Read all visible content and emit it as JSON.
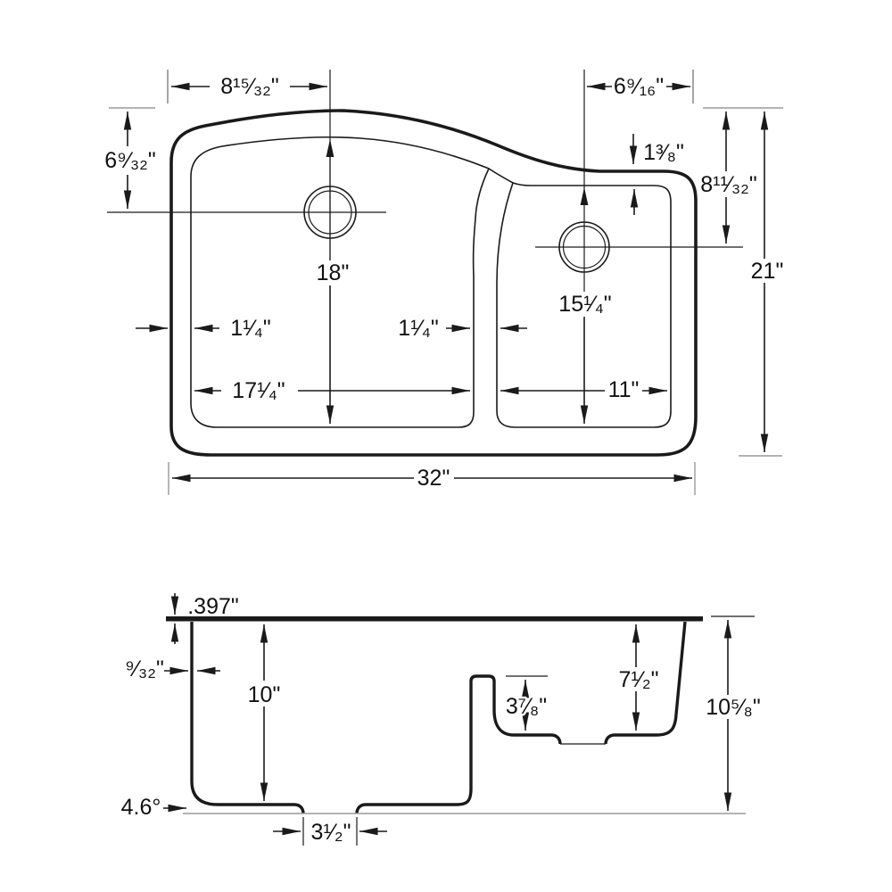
{
  "diagram": {
    "subject": "double-bowl kitchen sink dimension drawing",
    "line_color": "#1a1a1a",
    "reference_line_color": "#9a9a9a"
  },
  "top_view": {
    "left_hole_offset_x": "8¹⁵⁄₃₂\"",
    "right_hole_offset_x": "6⁹⁄₁₆\"",
    "left_hole_offset_y": "6⁹⁄₃₂\"",
    "right_rim_gap": "1³⁄₈\"",
    "right_hole_offset_y": "8¹¹⁄₃₂\"",
    "overall_front_to_back": "21\"",
    "left_bowl_front_to_back": "18\"",
    "right_bowl_front_to_back": "15¹⁄₄\"",
    "rim_width": "1¹⁄₄\"",
    "divider_width": "1¹⁄₄\"",
    "left_bowl_width": "17¹⁄₄\"",
    "right_bowl_width": "11\"",
    "overall_width": "32\""
  },
  "side_view": {
    "counter_thickness": ".397\"",
    "wall_thickness": "⁹⁄₃₂\"",
    "left_bowl_depth": "10\"",
    "divider_to_bottom": "3⁷⁄₈\"",
    "right_bowl_depth": "7¹⁄₂\"",
    "overall_depth": "10⁵⁄₈\"",
    "bottom_slope_angle": "4.6°",
    "drain_recess_width": "3¹⁄₂\""
  }
}
